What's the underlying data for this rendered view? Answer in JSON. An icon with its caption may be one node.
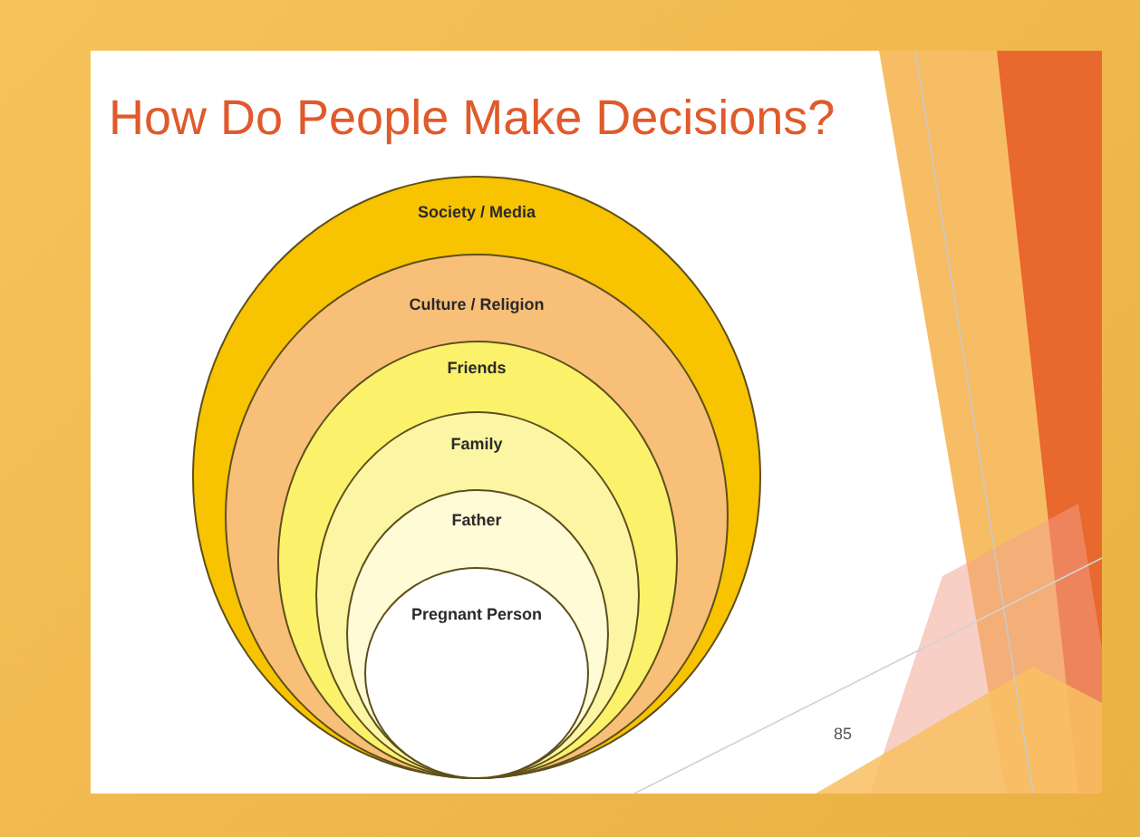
{
  "diagram": {
    "title": "How Do People Make Decisions?",
    "nodes": [
      {
        "text": [
          "Society / Media"
        ]
      },
      {
        "text": [
          "Culture / Religion"
        ],
        "in": 0
      },
      {
        "text": [
          "Friends"
        ],
        "in": 1
      },
      {
        "text": [
          "Family"
        ],
        "in": 2
      },
      {
        "text": [
          "Father"
        ],
        "in": 3
      },
      {
        "text": [
          "Pregnant Person"
        ],
        "in": 4
      }
    ],
    "labels": [
      "85"
    ]
  }
}
